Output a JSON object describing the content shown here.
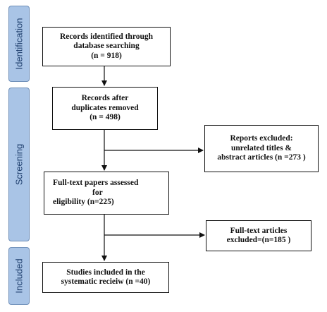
{
  "phases": {
    "identification": "Identification",
    "screening": "Screening",
    "included": "Included"
  },
  "boxes": {
    "identified": {
      "line1": "Records identified through",
      "line2": "database searching",
      "line3": "(n = 918)"
    },
    "after_duplicates": {
      "line1": "Records after",
      "line2": "duplicates removed",
      "line3": "(n = 498)"
    },
    "reports_excluded": {
      "line1": "Reports excluded:",
      "line2": "unrelated titles &",
      "line3": "abstract articles (n =273 )"
    },
    "fulltext_assessed": {
      "line1": "Full-text papers assessed",
      "line2": "for",
      "line3": "eligibility (n=225)"
    },
    "fulltext_excluded": {
      "line1": "Full-text articles",
      "line2": "excluded=(n=185 )"
    },
    "included": {
      "line1": "Studies  included in the",
      "line2": "systematic recieiw (n =40)"
    }
  }
}
